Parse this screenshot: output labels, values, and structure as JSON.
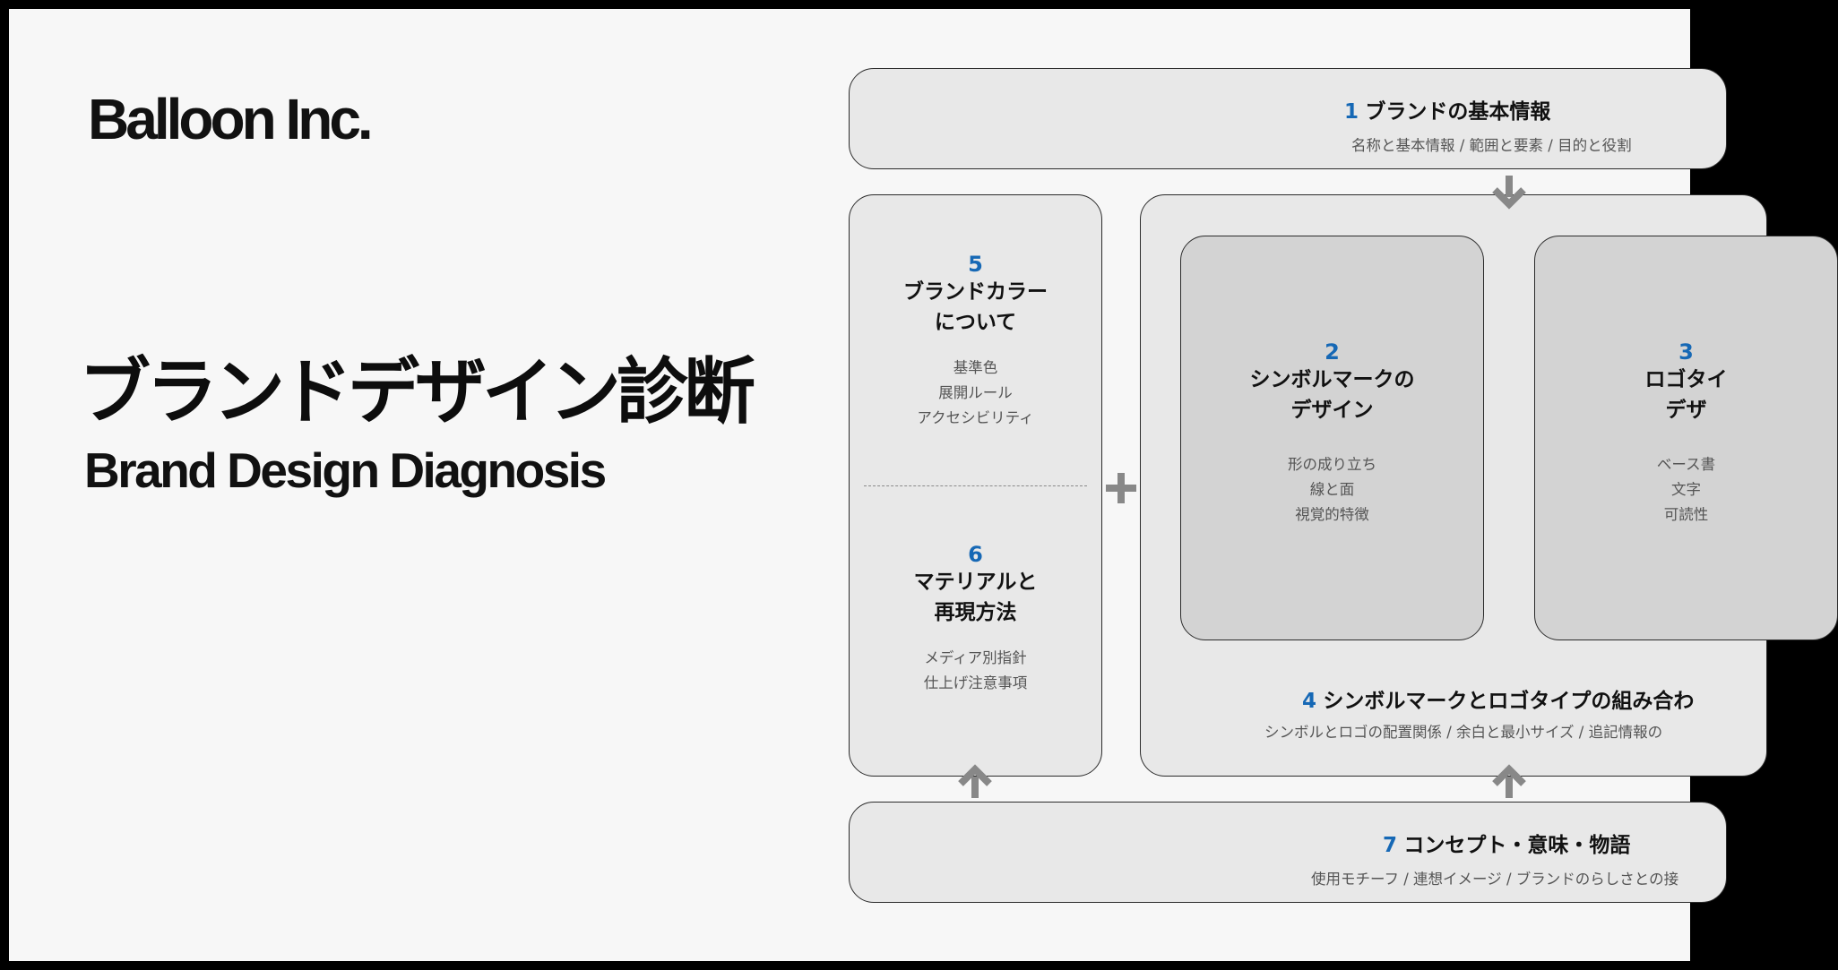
{
  "brand": {
    "logo": "Balloon Inc."
  },
  "title": {
    "ja": "ブランドデザイン診断",
    "en": "Brand Design Diagnosis"
  },
  "colors": {
    "accent": "#1668b5",
    "box_fill": "#e8e8e8",
    "inner_fill": "#d3d3d3",
    "arrow": "#888888"
  },
  "sections": {
    "s1": {
      "num": "1",
      "title": "ブランドの基本情報",
      "sub": "名称と基本情報 / 範囲と要素 / 目的と役割"
    },
    "s2": {
      "num": "2",
      "title_l1": "シンボルマークの",
      "title_l2": "デザイン",
      "items": [
        "形の成り立ち",
        "線と面",
        "視覚的特徴"
      ]
    },
    "s3": {
      "num": "3",
      "title_l1": "ロゴタイ",
      "title_l2": "デザ",
      "items": [
        "ベース書",
        "文字",
        "可読性"
      ]
    },
    "s4": {
      "num": "4",
      "title": "シンボルマークとロゴタイプの組み合わ",
      "sub": "シンボルとロゴの配置関係 / 余白と最小サイズ / 追記情報の"
    },
    "s5": {
      "num": "5",
      "title_l1": "ブランドカラー",
      "title_l2": "について",
      "items": [
        "基準色",
        "展開ルール",
        "アクセシビリティ"
      ]
    },
    "s6": {
      "num": "6",
      "title_l1": "マテリアルと",
      "title_l2": "再現方法",
      "items": [
        "メディア別指針",
        "仕上げ注意事項"
      ]
    },
    "s7": {
      "num": "7",
      "title": "コンセプト・意味・物語",
      "sub": "使用モチーフ / 連想イメージ / ブランドのらしさとの接"
    }
  },
  "connectors": {
    "plus_icon": "plus-icon",
    "arrow_down_icon": "arrow-down-icon",
    "arrow_up_icon": "arrow-up-icon"
  }
}
